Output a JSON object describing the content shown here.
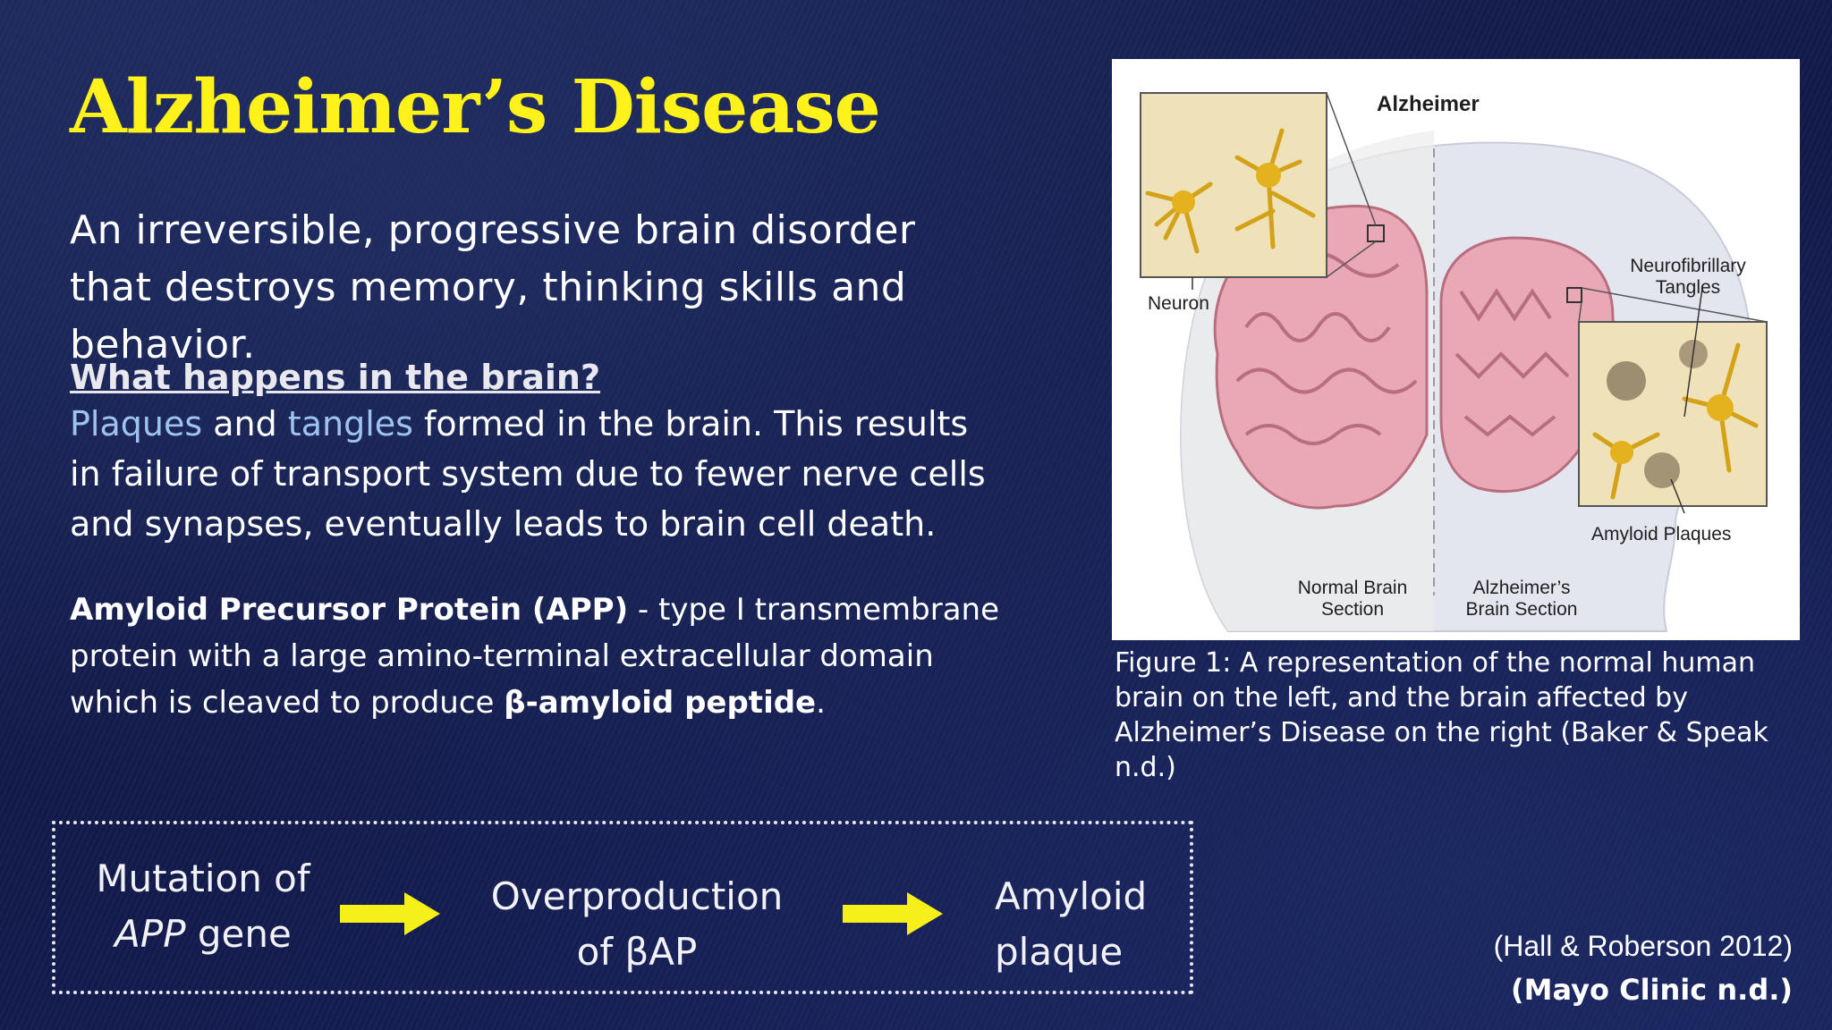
{
  "title": "Alzheimer’s Disease",
  "intro": "An irreversible, progressive brain disorder that destroys memory, thinking skills and behavior.",
  "section": {
    "heading": "What happens in the brain?",
    "highlight1": "Plaques",
    "connector": " and ",
    "highlight2": "tangles",
    "body": " formed in the brain. This results in failure of transport system due to fewer nerve cells and synapses, eventually leads to brain cell death."
  },
  "app": {
    "term": "Amyloid Precursor Protein (APP)",
    "description": " - type I transmembrane protein with a large amino-terminal extracellular domain which is cleaved to produce ",
    "product": "β-amyloid peptide",
    "end": "."
  },
  "figure": {
    "title": "Alzheimer",
    "label_neuron": "Neuron",
    "label_tangles_1": "Neurofibrillary",
    "label_tangles_2": "Tangles",
    "label_plaques": "Amyloid Plaques",
    "label_normal_1": "Normal Brain",
    "label_normal_2": "Section",
    "label_alz_1": "Alzheimer’s",
    "label_alz_2": "Brain Section",
    "caption": "Figure 1: A representation of the normal human brain on the left, and the brain affected by Alzheimer’s Disease on the right (Baker & Speak n.d.)"
  },
  "flow": {
    "step1_line1": "Mutation of",
    "step1_italic": "APP",
    "step1_rest": " gene",
    "step2_line1": "Overproduction",
    "step2_line2": "of βAP",
    "step3_line1": "Amyloid",
    "step3_line2": "plaque",
    "arrow_color": "#f5f01a"
  },
  "citations": {
    "first": "(Hall & Roberson 2012)",
    "second": "(Mayo Clinic n.d.)"
  },
  "colors": {
    "title": "#fff21a",
    "highlight": "#9fc3f0",
    "background": "#141c50"
  }
}
